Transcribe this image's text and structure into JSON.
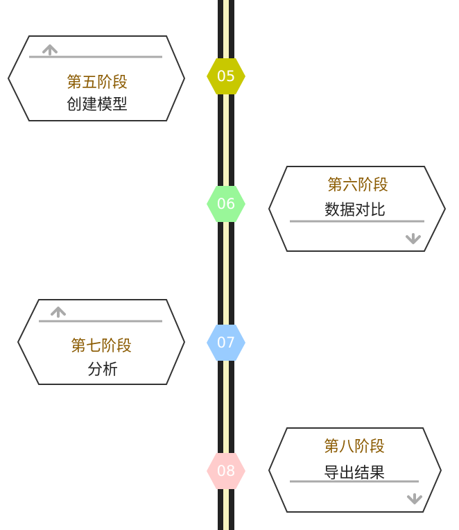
{
  "colors": {
    "timeline_outer": "#222222",
    "timeline_inner": "#f7f4c1",
    "stage_title": "#8a5a00",
    "stage_desc": "#222222",
    "card_stroke": "#333333",
    "rule": "#aaaaaa",
    "arrow": "#aaaaaa"
  },
  "stages": [
    {
      "number": "05",
      "title": "第五阶段",
      "desc": "创建模型",
      "side": "left",
      "arrow": "up-icon",
      "color": "#c8c800"
    },
    {
      "number": "06",
      "title": "第六阶段",
      "desc": "数据对比",
      "side": "right",
      "arrow": "down-icon",
      "color": "#99f799"
    },
    {
      "number": "07",
      "title": "第七阶段",
      "desc": "分析",
      "side": "left",
      "arrow": "up-icon",
      "color": "#99ccff"
    },
    {
      "number": "08",
      "title": "第八阶段",
      "desc": "导出结果",
      "side": "right",
      "arrow": "down-icon",
      "color": "#ffcccc"
    }
  ]
}
